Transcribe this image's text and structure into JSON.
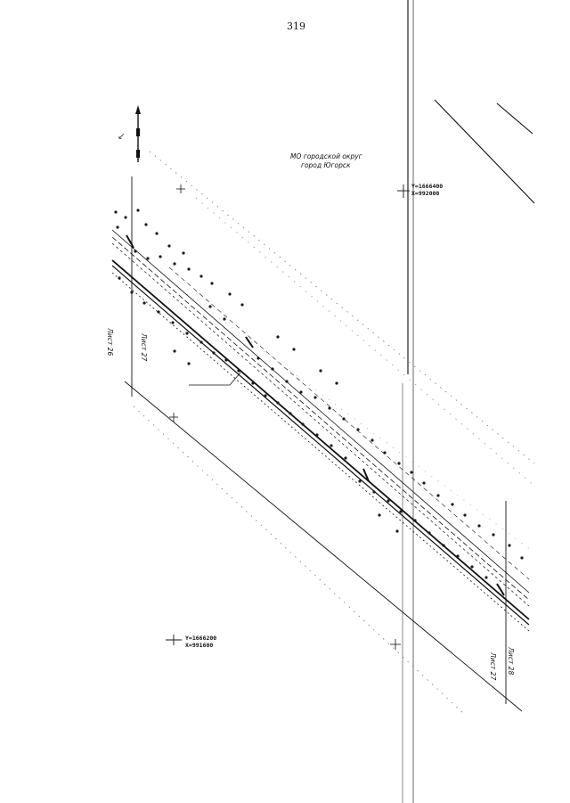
{
  "page_number": "319",
  "area_label": {
    "line1": "МО городской округ",
    "line2": "город Югорск"
  },
  "coordinates": [
    {
      "y": "Y=1666400",
      "x": "X=992000"
    },
    {
      "y": "Y=1666200",
      "x": "X=991600"
    }
  ],
  "sheet_labels": [
    "Лист 26",
    "Лист 27",
    "Лист 28",
    "Лист 27"
  ],
  "colors": {
    "ink": "#111111",
    "paper": "#ffffff",
    "dot": "#1a1a1a"
  }
}
